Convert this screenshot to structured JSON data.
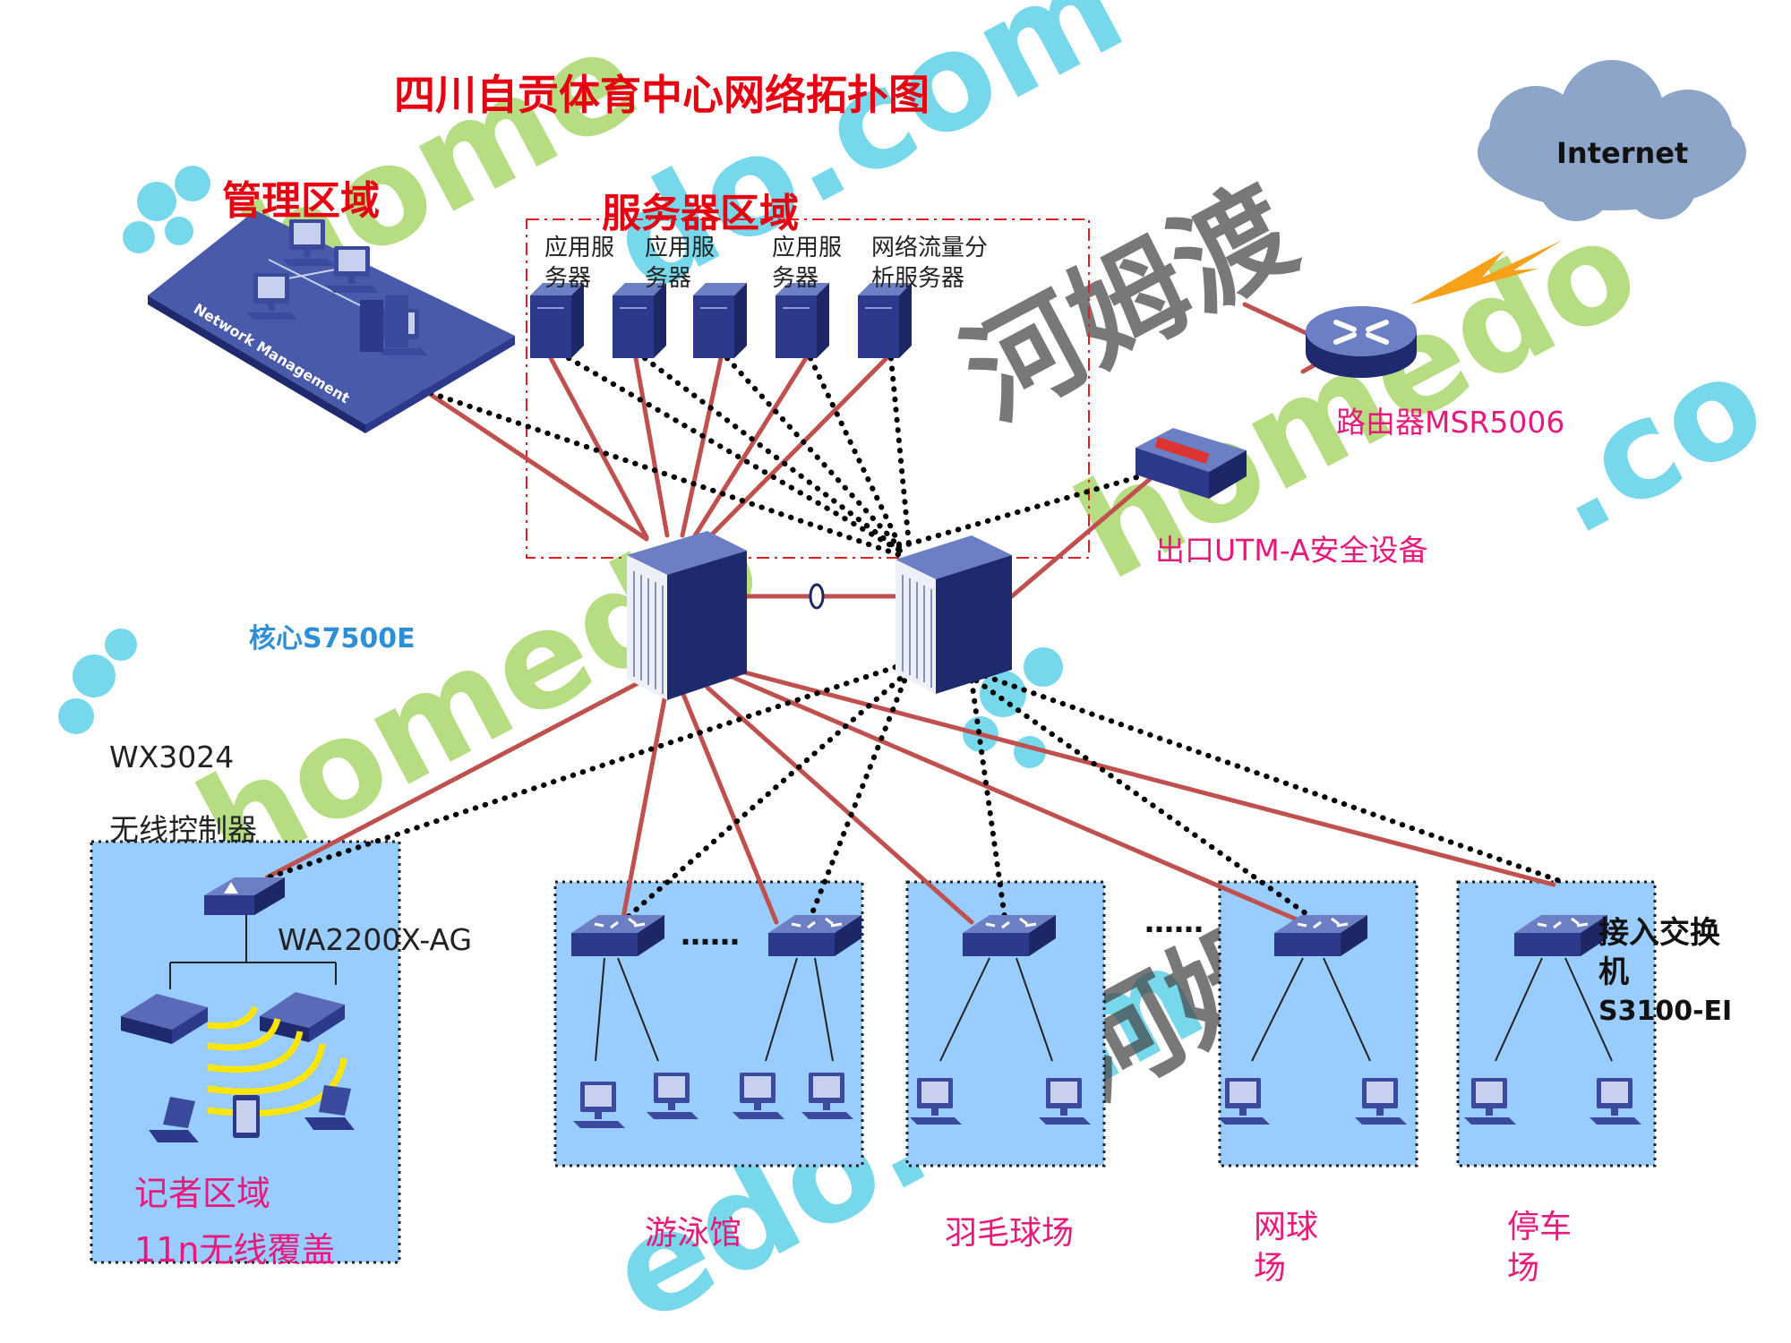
{
  "title": "四川自贡体育中心网络拓扑图",
  "zones": {
    "management": "管理区域",
    "management_label": "Network Management",
    "server": "服务器区域",
    "reporter": "记者区域",
    "wireless": "11n无线覆盖"
  },
  "servers": [
    {
      "line1": "应用服",
      "line2": "务器"
    },
    {
      "line1": "应用服",
      "line2": "务器"
    },
    {
      "line1": "应用服",
      "line2": "务器"
    },
    {
      "line1": "网络流量分",
      "line2": "析服务器"
    }
  ],
  "devices": {
    "internet": "Internet",
    "router": "路由器MSR5006",
    "utm": "出口UTM-A安全设备",
    "core": "核心S7500E",
    "wx_model": "WX3024",
    "wx_name": "无线控制器",
    "ap": "WA2200X-AG",
    "access_line1": "接入交换",
    "access_line2": "机",
    "access_model": "S3100-EI"
  },
  "venues": {
    "pool": "游泳馆",
    "badminton": "羽毛球场",
    "tennis_line1": "网球",
    "tennis_line2": "场",
    "parking_line1": "停车",
    "parking_line2": "场"
  },
  "ellipsis": "……",
  "watermarks": [
    "homedo.com",
    "河姆渡"
  ],
  "colors": {
    "red_link": "#c0504d",
    "title_red": "#e60012",
    "pink_text": "#e8197a",
    "blue_text": "#2e8fd9",
    "zone_fill": "#99ccff",
    "device_blue": "#2d3a8c",
    "cloud": "#8da5c9",
    "lightning": "#f7a11a",
    "watermark_green": "#9fd25a",
    "watermark_cyan": "#49cbe6"
  }
}
